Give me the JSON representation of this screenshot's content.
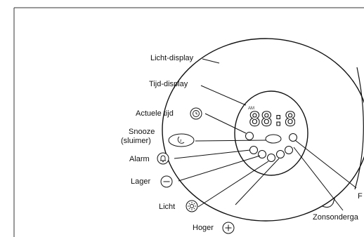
{
  "labels": {
    "licht_display": "Licht-display",
    "tijd_display": "Tijd-display",
    "actuele_tijd": "Actuele tijd",
    "snooze_line1": "Snooze",
    "snooze_line2": "(sluimer)",
    "alarm": "Alarm",
    "lager": "Lager",
    "licht": "Licht",
    "hoger": "Hoger",
    "zonsondergang_partial": "Zonsonderga",
    "f_partial": "F"
  },
  "display": {
    "digits": "88:88",
    "indicator": "AM"
  },
  "icons": {
    "clock": "clock-icon",
    "snooze": "snooze-icon",
    "alarm": "bell-icon",
    "minus": "minus-icon",
    "light": "sun-icon",
    "plus": "plus-icon"
  }
}
